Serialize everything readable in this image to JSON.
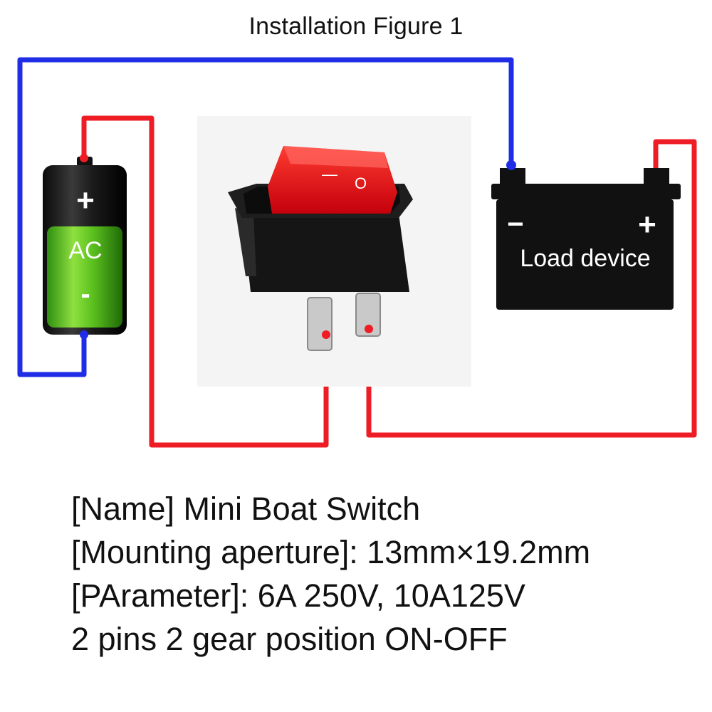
{
  "figure_title": "Installation Figure 1",
  "battery": {
    "plus_symbol": "+",
    "label": "AC",
    "minus_symbol": "-"
  },
  "switch": {
    "icon": "rocker-switch-icon",
    "rocker_symbols": [
      "—",
      "O"
    ]
  },
  "load": {
    "minus_symbol": "−",
    "plus_symbol": "+",
    "label": "Load device"
  },
  "wire_colors": {
    "positive": "#ee1c24",
    "negative": "#1f2ee6"
  },
  "specs": {
    "name": "[Name] Mini Boat Switch",
    "aperture": "[Mounting aperture]: 13mm×19.2mm",
    "parameter": "[PArameter]: 6A 250V, 10A125V",
    "positions": "2 pins 2 gear position ON-OFF"
  }
}
